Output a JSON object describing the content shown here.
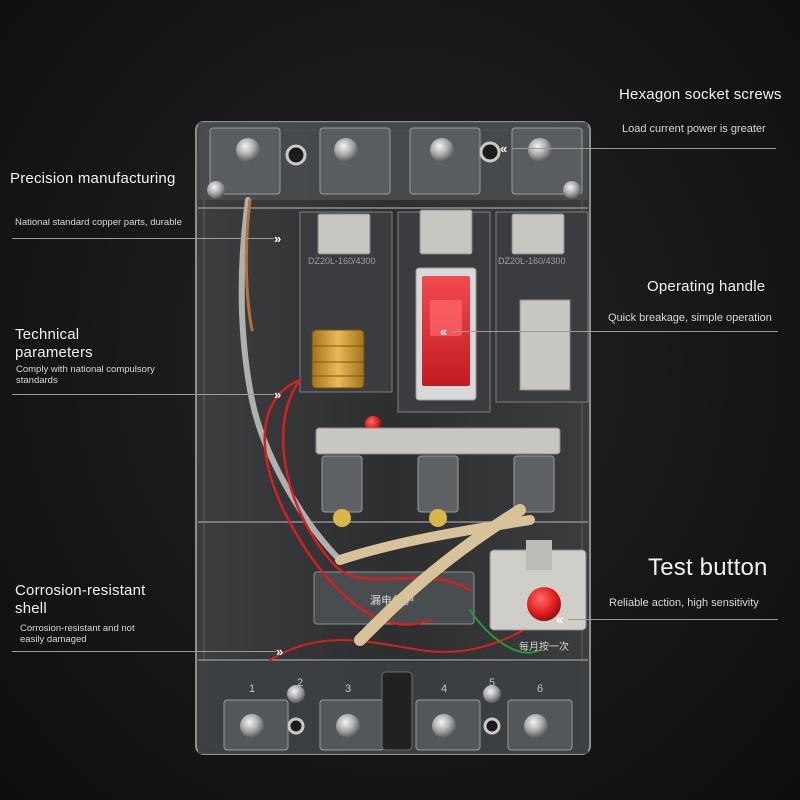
{
  "callouts": {
    "hex_screws": {
      "title": "Hexagon socket screws",
      "subtitle": "Load current power is greater"
    },
    "precision": {
      "title": "Precision manufacturing",
      "subtitle": "National standard copper parts, durable"
    },
    "handle": {
      "title": "Operating handle",
      "subtitle": "Quick breakage, simple operation"
    },
    "technical": {
      "title": "Technical parameters",
      "subtitle": "Comply with national compulsory standards"
    },
    "test_button": {
      "title": "Test button",
      "subtitle": "Reliable action, high sensitivity"
    },
    "shell": {
      "title": "Corrosion-resistant shell",
      "subtitle": "Corrosion-resistant and not easily damaged"
    }
  },
  "chevron_glyph": "»",
  "chevron_glyph_left": "«",
  "device": {
    "terminal_numbers": [
      "1",
      "2",
      "3",
      "4",
      "5",
      "6"
    ],
    "test_label": "每月按一次",
    "brand_strip": "漏电保护",
    "rating_left": "DZ20L-160/4300",
    "rating_right": "DZ20L-160/4300"
  },
  "colors": {
    "handle_red": "#e0262c",
    "test_red": "#e01f1f",
    "coil_amber": "#d9a441",
    "wire_red": "#d42020",
    "bg": "#141414"
  }
}
